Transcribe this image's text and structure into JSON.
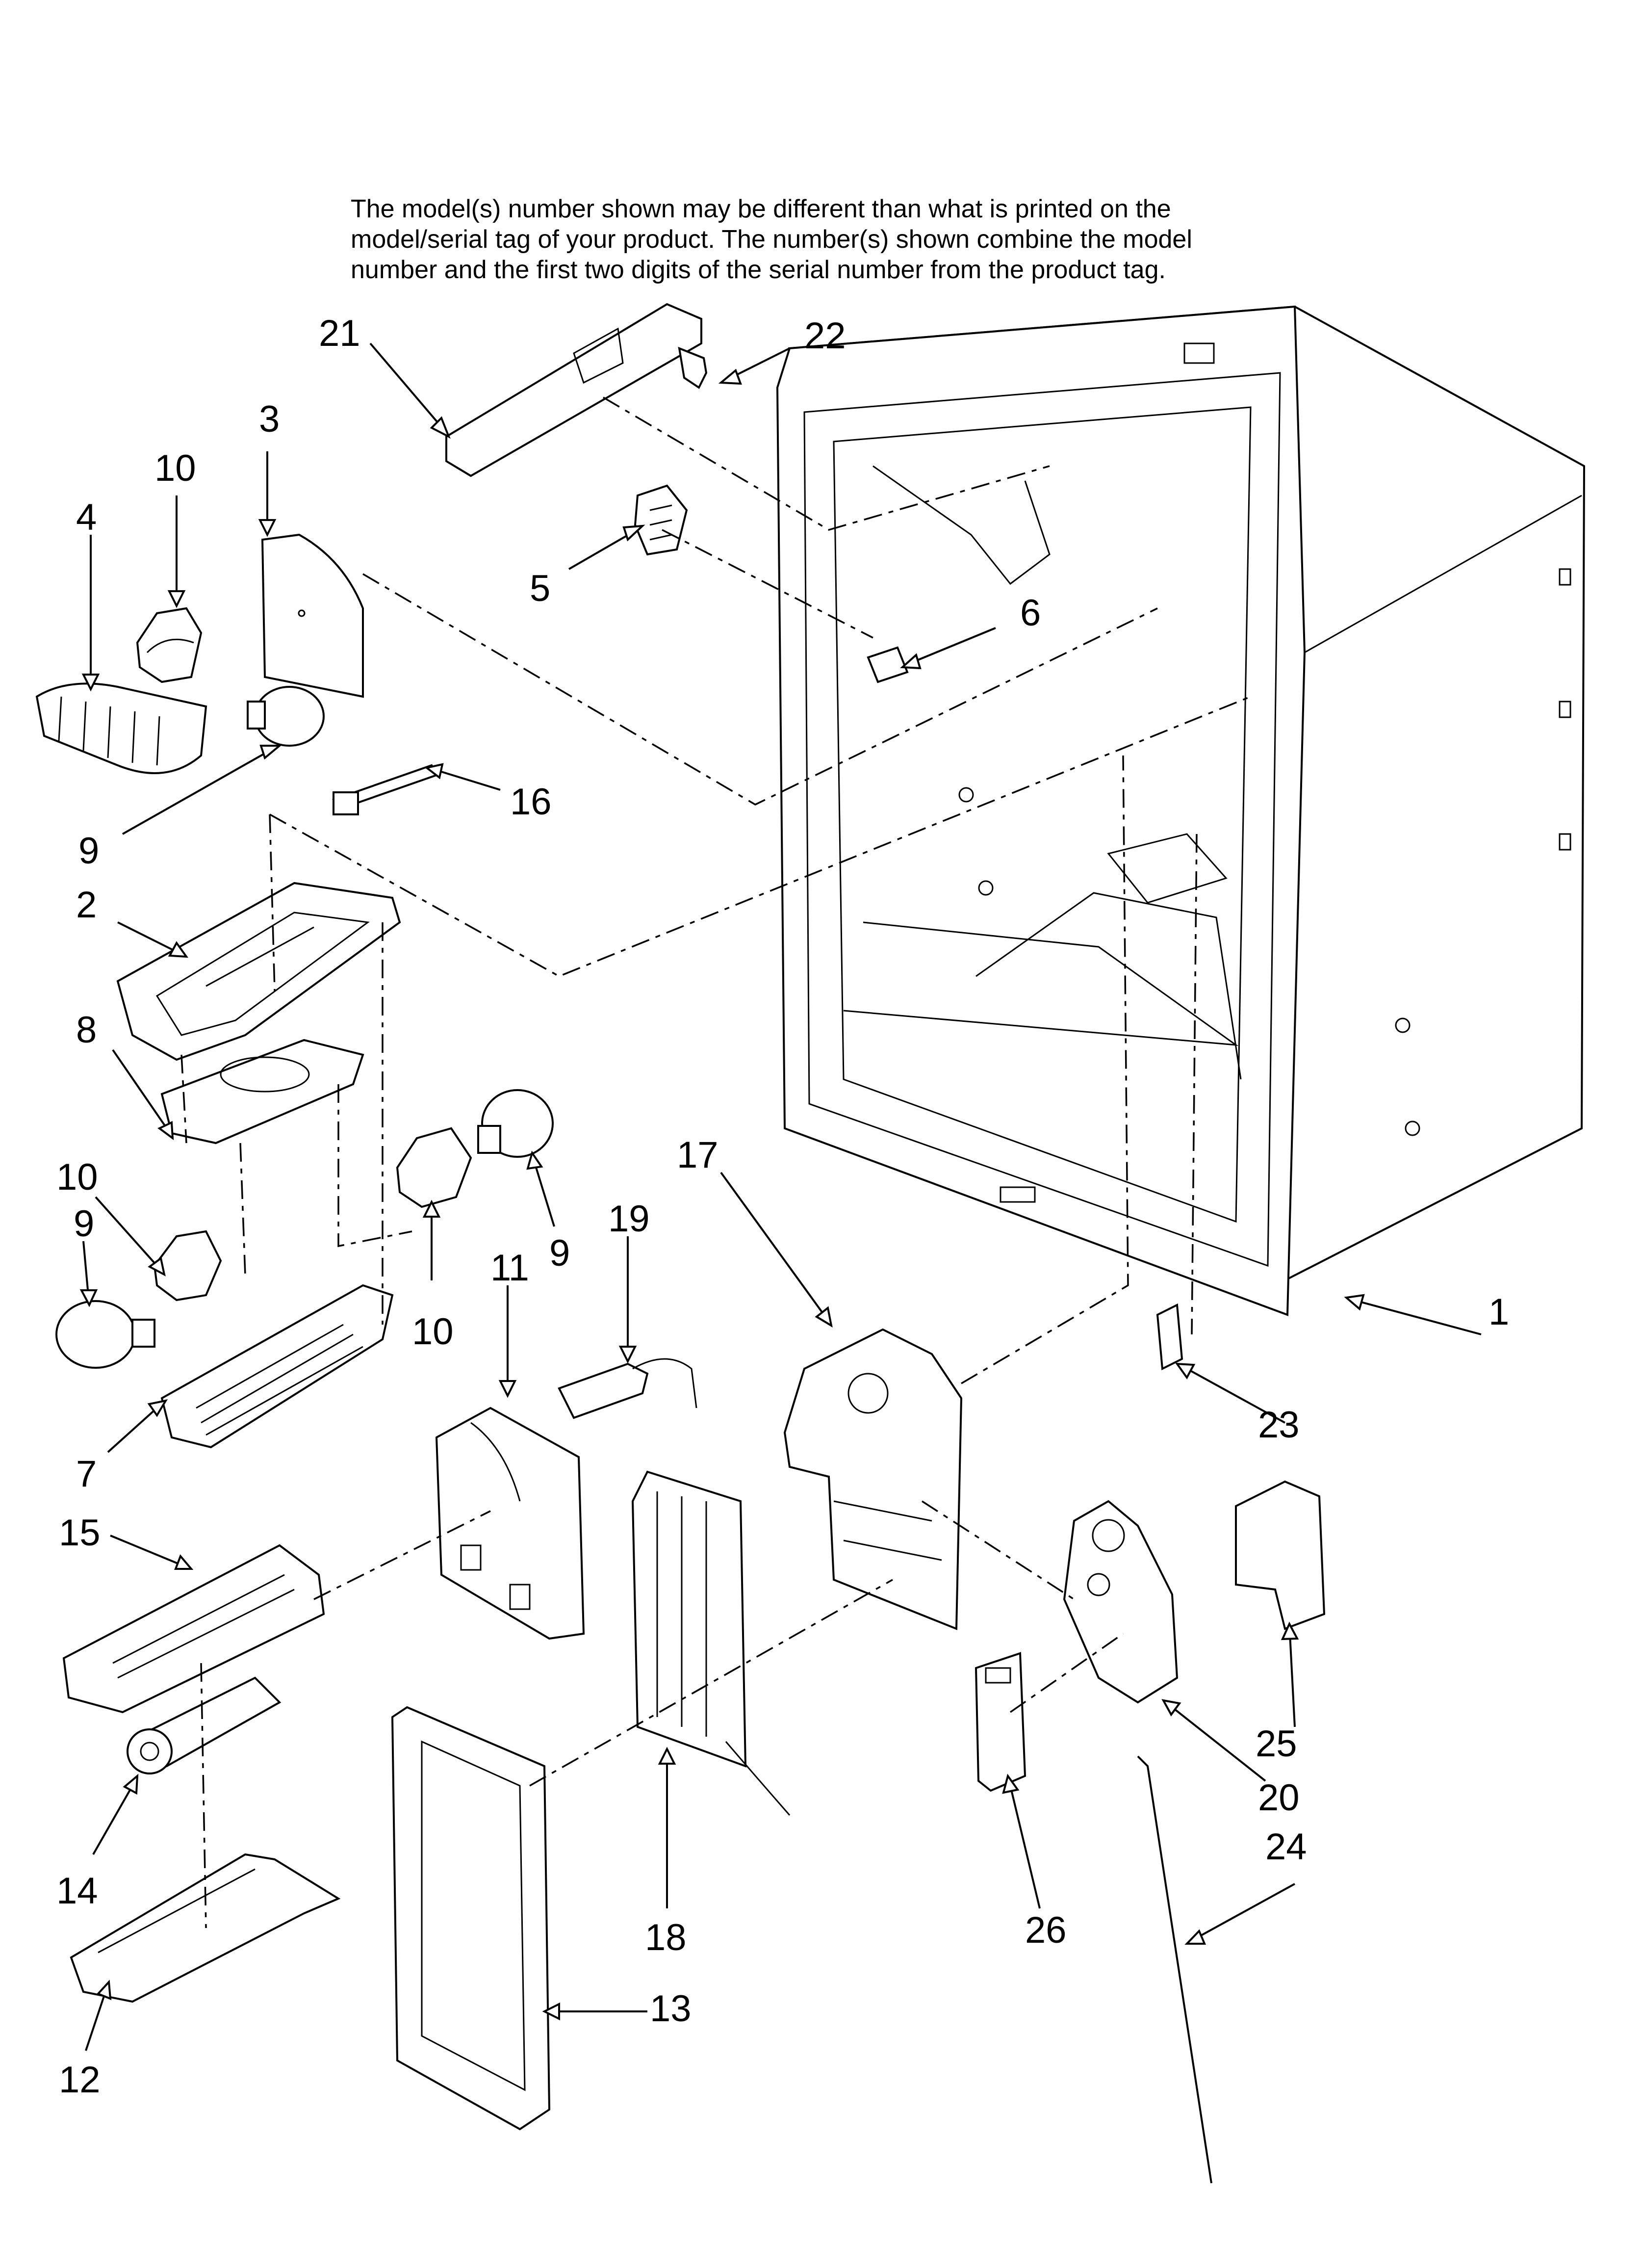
{
  "note": {
    "line1": "The model(s) number shown may be different than what is printed on the",
    "line2": "model/serial tag of your product. The number(s) shown combine the model",
    "line3": "number and the first two digits of the serial number from the product tag."
  },
  "callouts": {
    "c1": "1",
    "c2": "2",
    "c3": "3",
    "c4": "4",
    "c5": "5",
    "c6": "6",
    "c7": "7",
    "c8": "8",
    "c9a": "9",
    "c9b": "9",
    "c9c": "9",
    "c10a": "10",
    "c10b": "10",
    "c10c": "10",
    "c11": "11",
    "c12": "12",
    "c13": "13",
    "c14": "14",
    "c15": "15",
    "c16": "16",
    "c17": "17",
    "c18": "18",
    "c19": "19",
    "c20": "20",
    "c21": "21",
    "c22": "22",
    "c23": "23",
    "c24": "24",
    "c25": "25",
    "c26": "26"
  }
}
